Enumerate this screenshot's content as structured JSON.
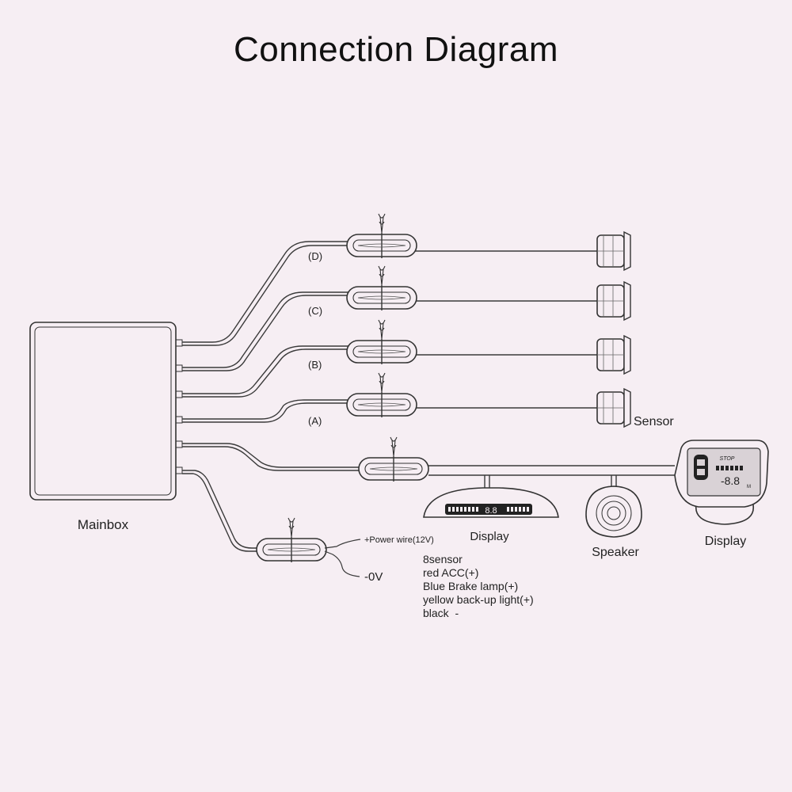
{
  "title": "Connection Diagram",
  "labels": {
    "mainbox": "Mainbox",
    "sensor": "Sensor",
    "channel_d": "(D)",
    "channel_c": "(C)",
    "channel_b": "(B)",
    "channel_a": "(A)",
    "display_bar": "Display",
    "speaker": "Speaker",
    "display_monitor": "Display",
    "power_wire": "+Power wire(12V)",
    "ground_wire": "-0V"
  },
  "display_bar_readout": "8.8",
  "monitor": {
    "stop": "STOP",
    "readout": "-8.8",
    "unit": "M"
  },
  "notes": [
    "8sensor",
    "red ACC(+)",
    "Blue Brake lamp(+)",
    "yellow back-up light(+)",
    "black  -"
  ],
  "colors": {
    "background": "#f6eef3",
    "line": "#333333"
  }
}
